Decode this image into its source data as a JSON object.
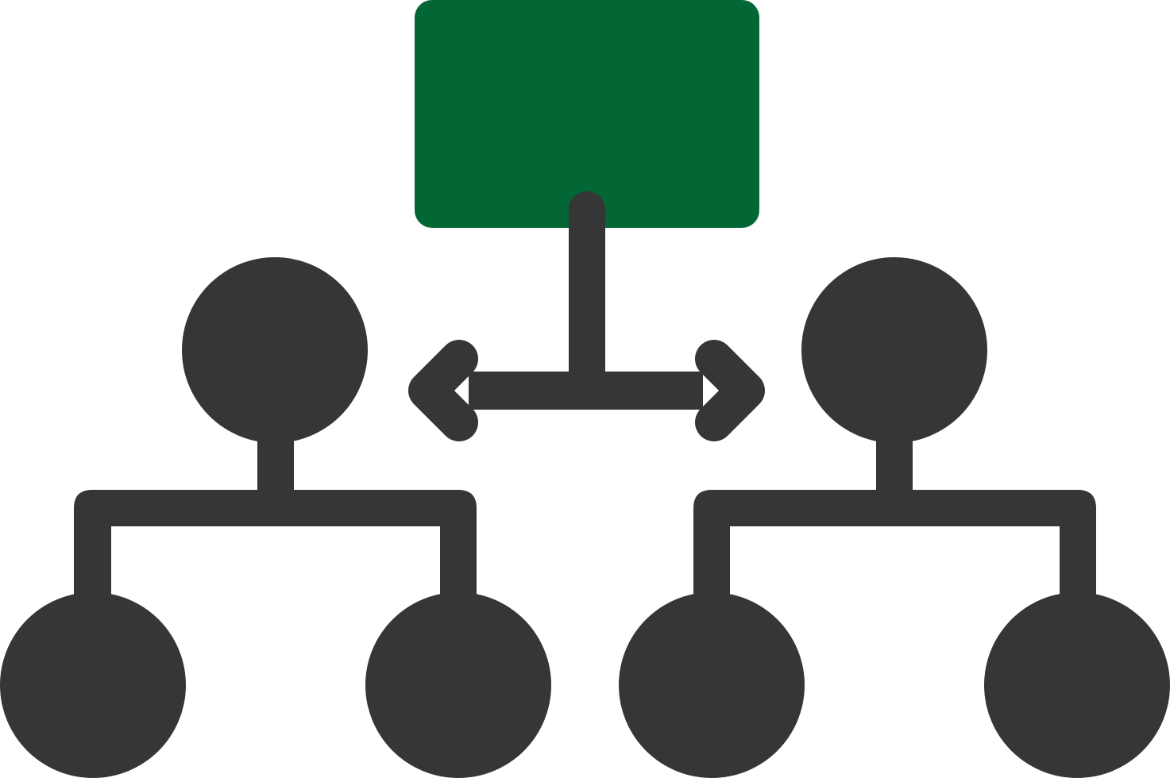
{
  "icon": {
    "name": "hierarchy-structure-icon",
    "description_visible_text": ""
  },
  "colors": {
    "background": "#ffffff",
    "root": "#036635",
    "nodes": "#363636"
  },
  "structure": {
    "root": "root-box",
    "arrow": "bidirectional-horizontal",
    "branches": [
      {
        "parent": "left-parent-node",
        "children": [
          "left-child-node-1",
          "left-child-node-2"
        ]
      },
      {
        "parent": "right-parent-node",
        "children": [
          "right-child-node-1",
          "right-child-node-2"
        ]
      }
    ]
  }
}
